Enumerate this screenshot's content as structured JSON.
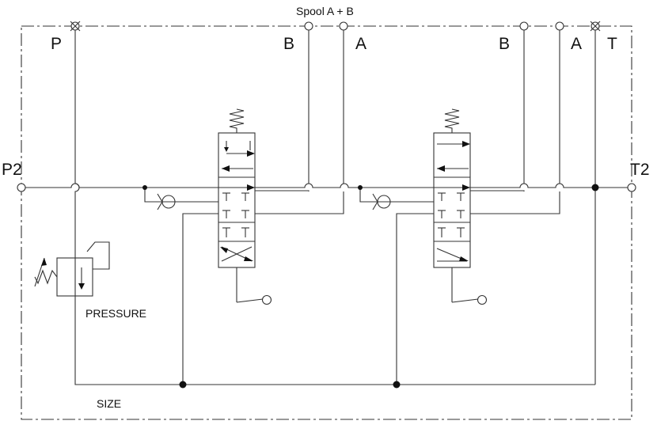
{
  "title": "Spool A + B",
  "ports": {
    "p": "P",
    "b_left": "B",
    "a_left": "A",
    "b_right": "B",
    "a_right": "A",
    "t": "T",
    "p2": "P2",
    "t2": "T2"
  },
  "labels": {
    "pressure": "PRESSURE",
    "size": "SIZE"
  }
}
